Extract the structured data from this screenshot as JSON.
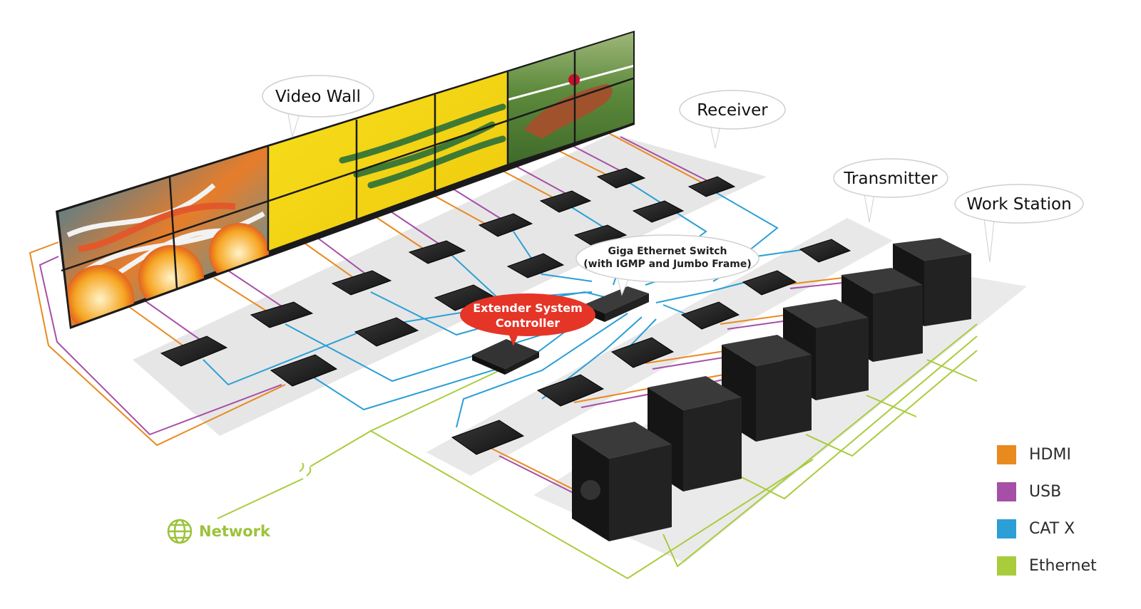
{
  "labels": {
    "video_wall": "Video Wall",
    "receiver": "Receiver",
    "transmitter": "Transmitter",
    "work_station": "Work Station",
    "switch_line1": "Giga Ethernet Switch",
    "switch_line2": "(with IGMP and Jumbo Frame)",
    "controller_line1": "Extender System",
    "controller_line2": "Controller",
    "network": "Network"
  },
  "legend": [
    {
      "label": "HDMI",
      "color": "#e98a1f"
    },
    {
      "label": "USB",
      "color": "#a64fa6"
    },
    {
      "label": "CAT X",
      "color": "#2b9fd6"
    },
    {
      "label": "Ethernet",
      "color": "#a9cc3d"
    }
  ],
  "colors": {
    "hdmi": "#e98a1f",
    "usb": "#a64fa6",
    "catx": "#2b9fd6",
    "ethernet": "#a9cc3d",
    "controller": "#e53527",
    "network": "#9cc33a"
  }
}
